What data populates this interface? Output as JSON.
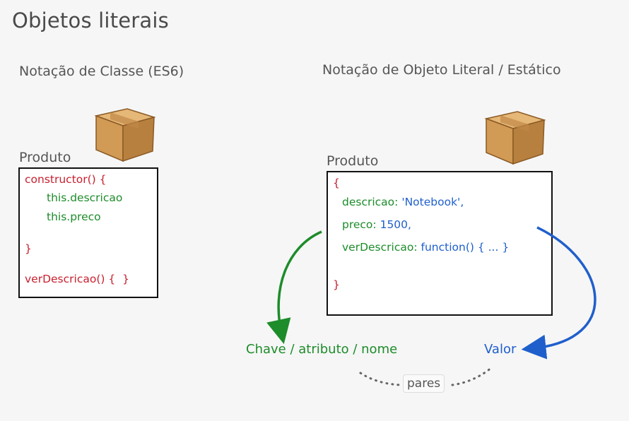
{
  "title": "Objetos literais",
  "left": {
    "heading": "Notação de Classe (ES6)",
    "label": "Produto",
    "code": [
      "constructor() {",
      "this.descricao",
      "this.preco",
      "}",
      "verDescricao() {  }"
    ]
  },
  "right": {
    "heading": "Notação de Objeto Literal / Estático",
    "label": "Produto",
    "open_brace": "{",
    "close_brace": "}",
    "descricao_key": "descricao:",
    "descricao_value": "'Notebook',",
    "preco_key": "preco:",
    "preco_value": "1500,",
    "ver_key": "verDescricao:",
    "ver_value": "function() { ... }"
  },
  "annotations": {
    "key": "Chave / atributo / nome",
    "value": "Valor",
    "pairs": "pares"
  },
  "colors": {
    "code_red": "#c8202f",
    "code_green": "#1d8c2a",
    "code_blue": "#1f5fcc"
  },
  "icons": [
    "cardboard-box-icon",
    "cardboard-box-icon"
  ]
}
